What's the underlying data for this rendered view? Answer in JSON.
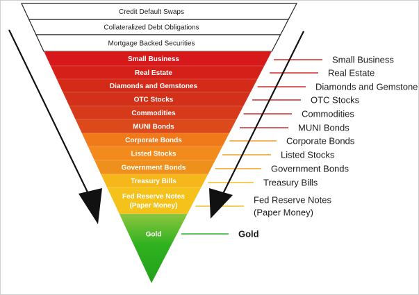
{
  "top_layers": [
    {
      "label": "Credit Default Swaps"
    },
    {
      "label": "Collateralized Debt Obligations"
    },
    {
      "label": "Mortgage Backed Securities"
    }
  ],
  "layers": [
    {
      "label": "Small Business",
      "callout": "Small Business",
      "color": "#d7191c",
      "line": "#d42a2a"
    },
    {
      "label": "Real Estate",
      "callout": "Real Estate",
      "color": "#d42018",
      "line": "#d42a2a"
    },
    {
      "label": "Diamonds and Gemstones",
      "callout": "Diamonds and Gemstones",
      "color": "#d42a18",
      "line": "#d42a2a"
    },
    {
      "label": "OTC Stocks",
      "callout": "OTC Stocks",
      "color": "#d23018",
      "line": "#d42a2a"
    },
    {
      "label": "Commodities",
      "callout": "Commodities",
      "color": "#d63a1a",
      "line": "#d42a2a"
    },
    {
      "label": "MUNI Bonds",
      "callout": "MUNI Bonds",
      "color": "#dc4a1c",
      "line": "#d42a2a"
    },
    {
      "label": "Corporate Bonds",
      "callout": "Corporate Bonds",
      "color": "#f07a1a",
      "line": "#f0a020"
    },
    {
      "label": "Listed Stocks",
      "callout": "Listed Stocks",
      "color": "#f28a1c",
      "line": "#f0a020"
    },
    {
      "label": "Government Bonds",
      "callout": "Government Bonds",
      "color": "#f0901c",
      "line": "#f0a020"
    },
    {
      "label": "Treasury Bills",
      "callout": "Treasury Bills",
      "color": "#f5b71a",
      "line": "#f2c020"
    },
    {
      "label": "Fed Reserve Notes\n(Paper Money)",
      "callout": "Fed Reserve Notes\n(Paper Money)",
      "color": "#f5c21c",
      "line": "#f2c020"
    },
    {
      "label": "Gold",
      "callout": "Gold",
      "color": "#3cb226",
      "line": "#2ab030",
      "bold_callout": true
    }
  ]
}
